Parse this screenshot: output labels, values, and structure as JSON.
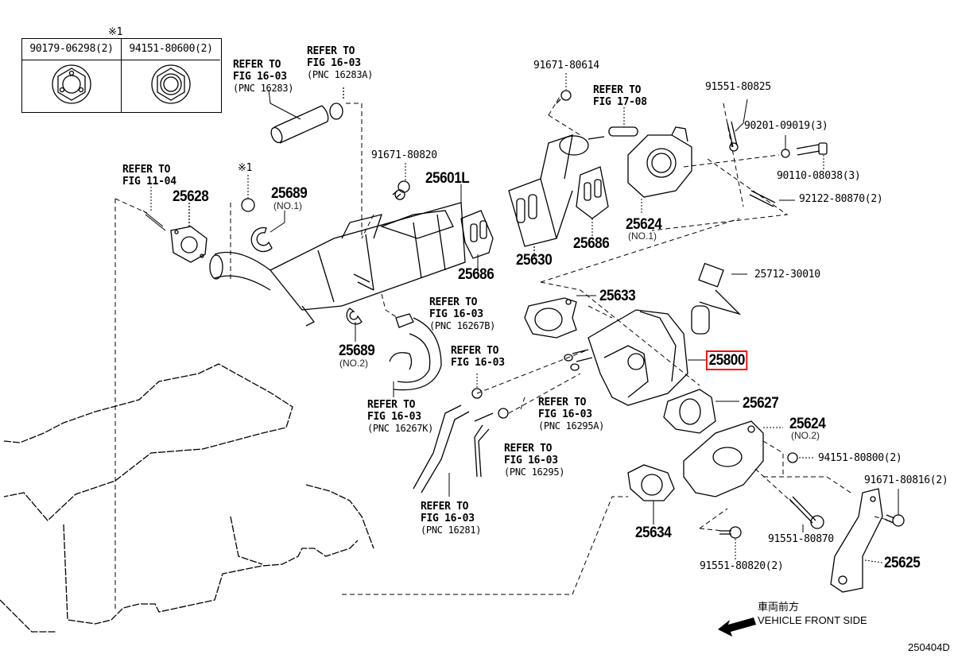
{
  "diagram": {
    "figure_code": "250404D",
    "highlight_color": "#ff0000",
    "direction": {
      "jp": "車両前方",
      "en": "VEHICLE FRONT SIDE",
      "icon": "arrow-left-down-icon"
    },
    "legend": {
      "marker": "※1",
      "items": [
        {
          "part": "90179-06298(2)",
          "icon": "hex-nut-slotted-icon"
        },
        {
          "part": "94151-80600(2)",
          "icon": "hex-nut-icon"
        }
      ]
    },
    "refs": {
      "r16283": {
        "l1": "REFER TO",
        "l2": "FIG 16-03",
        "l3": "(PNC 16283)"
      },
      "r16283a": {
        "l1": "REFER TO",
        "l2": "FIG 16-03",
        "l3": "(PNC 16283A)"
      },
      "r1708": {
        "l1": "REFER TO",
        "l2": "FIG 17-08"
      },
      "r1104": {
        "l1": "REFER TO",
        "l2": "FIG 11-04"
      },
      "r16267b": {
        "l1": "REFER TO",
        "l2": "FIG 16-03",
        "l3": "(PNC 16267B)"
      },
      "r1603": {
        "l1": "REFER TO",
        "l2": "FIG 16-03"
      },
      "r16267k": {
        "l1": "REFER TO",
        "l2": "FIG 16-03",
        "l3": "(PNC 16267K)"
      },
      "r16295a": {
        "l1": "REFER TO",
        "l2": "FIG 16-03",
        "l3": "(PNC 16295A)"
      },
      "r16295": {
        "l1": "REFER TO",
        "l2": "FIG 16-03",
        "l3": "(PNC 16295)"
      },
      "r16281": {
        "l1": "REFER TO",
        "l2": "FIG 16-03",
        "l3": "(PNC 16281)"
      }
    },
    "parts": {
      "p91671_80614": "91671-80614",
      "p91551_80825": "91551-80825",
      "p90201_09019": "90201-09019(3)",
      "p90110_08038": "90110-08038(3)",
      "p92122_80870": "92122-80870(2)",
      "p91671_80820": "91671-80820",
      "p25601L": "25601L",
      "p25628": "25628",
      "p25689_1": "25689",
      "p25689_1_sub": "(NO.1)",
      "p25689_1_marker": "※1",
      "p25686_a": "25686",
      "p25630": "25630",
      "p25686_b": "25686",
      "p25624_1": "25624",
      "p25624_1_sub": "(NO.1)",
      "p25712_30010": "25712-30010",
      "p25633": "25633",
      "p25689_2": "25689",
      "p25689_2_sub": "(NO.2)",
      "p25800": "25800",
      "p25627": "25627",
      "p25624_2": "25624",
      "p25624_2_sub": "(NO.2)",
      "p94151_80800": "94151-80800(2)",
      "p91671_80816": "91671-80816(2)",
      "p25634": "25634",
      "p91551_80870": "91551-80870",
      "p91551_80820": "91551-80820(2)",
      "p25625": "25625"
    }
  }
}
